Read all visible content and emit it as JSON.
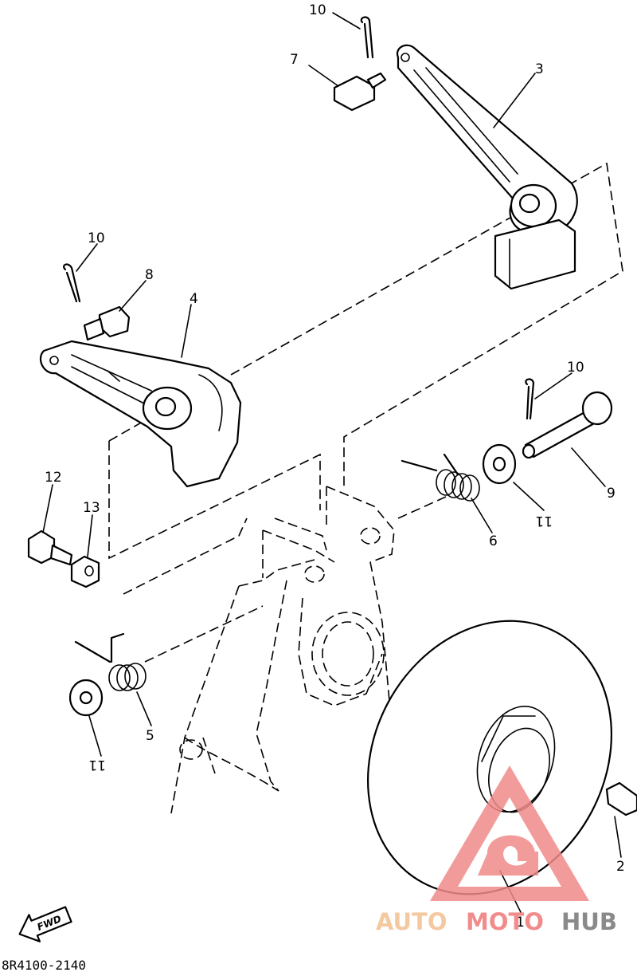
{
  "drawing_code": "8R4100-2140",
  "fwd_label": "FWD",
  "callouts": [
    {
      "id": "c1",
      "num": "1"
    },
    {
      "id": "c2",
      "num": "2"
    },
    {
      "id": "c3",
      "num": "3"
    },
    {
      "id": "c4",
      "num": "4"
    },
    {
      "id": "c5",
      "num": "5"
    },
    {
      "id": "c6",
      "num": "6"
    },
    {
      "id": "c7",
      "num": "7"
    },
    {
      "id": "c8",
      "num": "8"
    },
    {
      "id": "c9",
      "num": "9"
    },
    {
      "id": "c10a",
      "num": "10"
    },
    {
      "id": "c10b",
      "num": "10"
    },
    {
      "id": "c10c",
      "num": "10"
    },
    {
      "id": "c11a",
      "num": "11"
    },
    {
      "id": "c11b",
      "num": "11"
    },
    {
      "id": "c12",
      "num": "12"
    },
    {
      "id": "c13",
      "num": "13"
    }
  ],
  "watermark": {
    "part1": "AUTO",
    "part2": "MOTO",
    "part3": "HUB",
    "colors": {
      "auto": "#f5c9a0",
      "moto": "#f28c8c",
      "hub": "#8a8a8a",
      "logo": "#f08a8a"
    }
  }
}
